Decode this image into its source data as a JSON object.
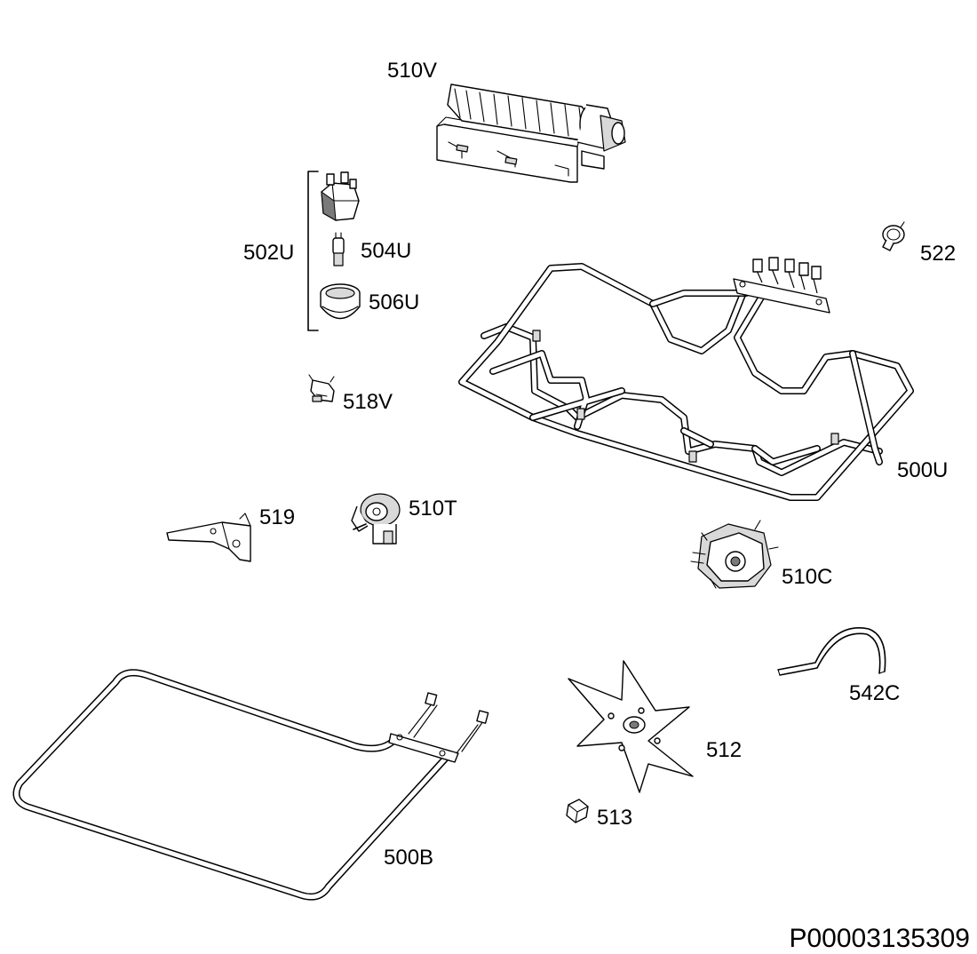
{
  "labels": {
    "l510V": "510V",
    "l502U": "502U",
    "l504U": "504U",
    "l506U": "506U",
    "l522": "522",
    "l518V": "518V",
    "l500U": "500U",
    "l519": "519",
    "l510T": "510T",
    "l510C": "510C",
    "l542C": "542C",
    "l512": "512",
    "l513": "513",
    "l500B": "500B"
  },
  "document_number": "P00003135309"
}
